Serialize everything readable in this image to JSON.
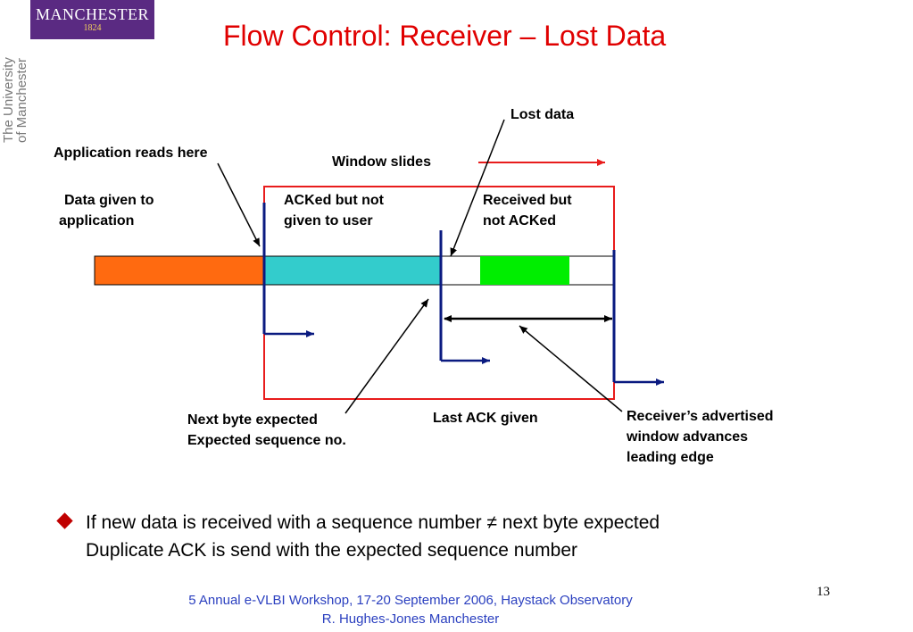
{
  "logo": {
    "name": "MANCHESTER",
    "year": "1824"
  },
  "side_text": {
    "line1": "The University",
    "line2": "of Manchester"
  },
  "title": "Flow Control: Receiver  –  Lost Data",
  "labels": {
    "lost_data": "Lost data",
    "app_reads": "Application reads here",
    "window_slides": "Window slides",
    "data_given_1": "Data given to",
    "data_given_2": "application",
    "acked_1": "ACKed but not",
    "acked_2": "given to user",
    "received_1": "Received but",
    "received_2": "not ACKed",
    "next_byte_1": "Next byte expected",
    "next_byte_2": "Expected sequence no.",
    "last_ack": "Last ACK given",
    "adv_1": "Receiver’s advertised",
    "adv_2": "window advances",
    "adv_3": "leading edge"
  },
  "colors": {
    "title": "#e00000",
    "delivered": "#ff6a10",
    "acked": "#33cccc",
    "received": "#00ee00",
    "window_box": "#e81c1c",
    "pointer": "#0a1a80",
    "footer": "#2a3fbf",
    "bullet": "#c00000",
    "logo_bg": "#5a2a82"
  },
  "bullet": {
    "line1": "If new data is received with a sequence number ≠ next byte expected",
    "line2": "Duplicate ACK is send with the expected sequence number"
  },
  "page_number": "13",
  "footer": {
    "line1": "5 Annual e-VLBI Workshop, 17-20 September 2006, Haystack Observatory",
    "line2": "R. Hughes-Jones  Manchester"
  }
}
